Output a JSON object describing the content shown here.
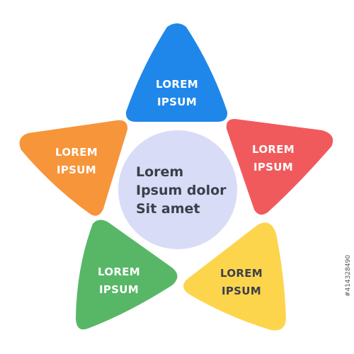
{
  "colors": {
    "blue": "#1f87ea",
    "red": "#f15a5c",
    "yellow": "#fdd54d",
    "green": "#57b766",
    "orange": "#f7953b",
    "center": "#d9dcf7",
    "text_light": "#ffffff",
    "text_dark": "#3b3f4a"
  },
  "segments": [
    {
      "id": "top",
      "line1": "LOREM",
      "line2": "IPSUM",
      "color": "#1f87ea",
      "text_color": "#ffffff"
    },
    {
      "id": "right",
      "line1": "LOREM",
      "line2": "IPSUM",
      "color": "#f15a5c",
      "text_color": "#ffffff"
    },
    {
      "id": "bottom-right",
      "line1": "LOREM",
      "line2": "IPSUM",
      "color": "#fdd54d",
      "text_color": "#3b3f4a"
    },
    {
      "id": "bottom-left",
      "line1": "LOREM",
      "line2": "IPSUM",
      "color": "#57b766",
      "text_color": "#ffffff"
    },
    {
      "id": "left",
      "line1": "LOREM",
      "line2": "IPSUM",
      "color": "#f7953b",
      "text_color": "#ffffff"
    }
  ],
  "center": {
    "line1": "Lorem",
    "line2": "Ipsum dolor",
    "line3": "Sit amet"
  },
  "watermark": "#414328490"
}
